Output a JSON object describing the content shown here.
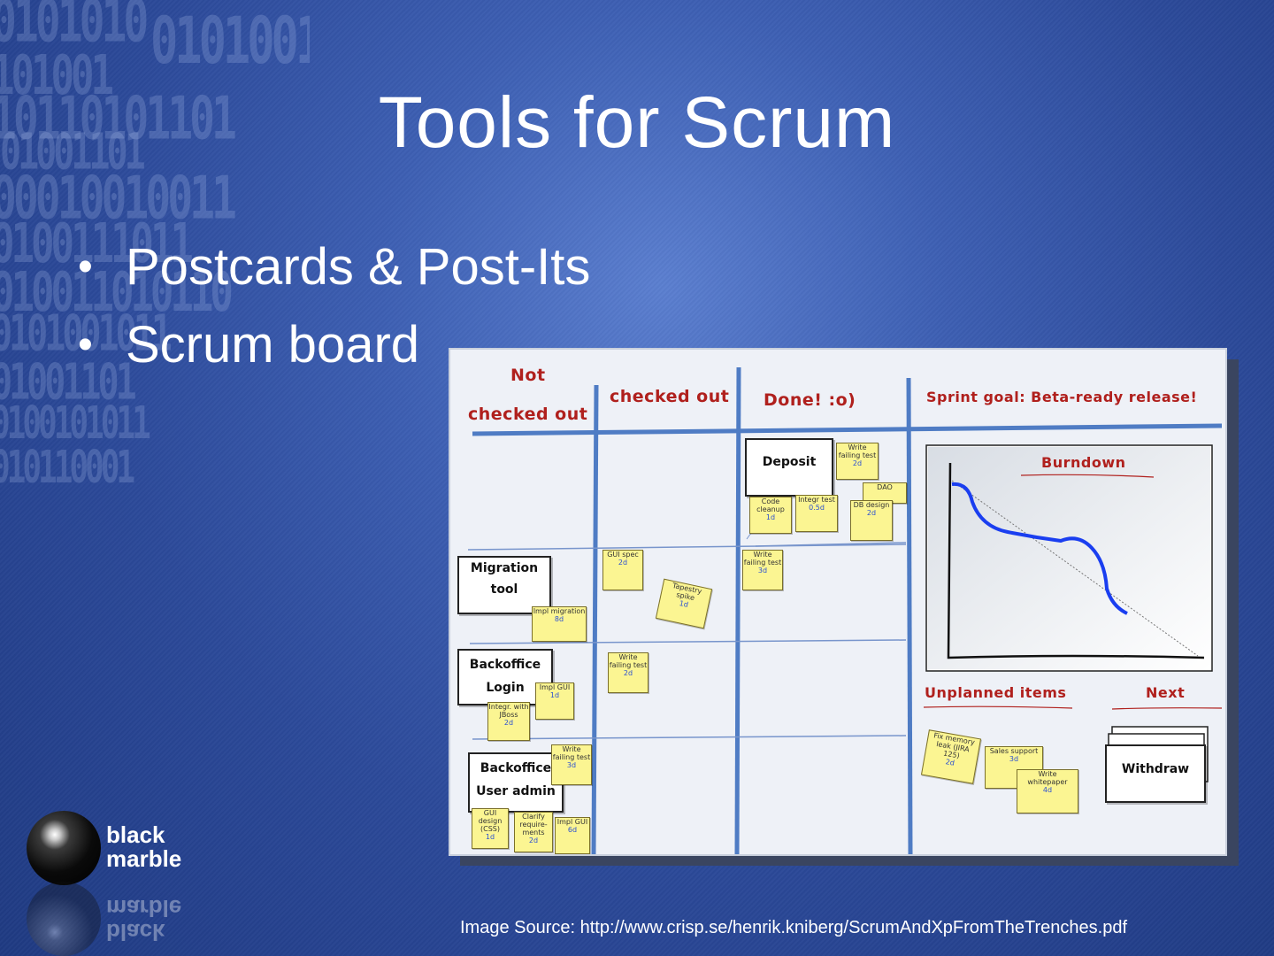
{
  "slide": {
    "title": "Tools for Scrum",
    "bullets": [
      "Postcards & Post-Its",
      "Scrum board"
    ],
    "image_source": "Image Source: http://www.crisp.se/henrik.kniberg/ScrumAndXpFromTheTrenches.pdf"
  },
  "logo": {
    "line1": "black",
    "line2": "marble"
  },
  "background_binary": [
    "0101010",
    "0101001",
    "101001",
    "10110101101",
    "01001101",
    "00010010011",
    "0100111011",
    "010011010110",
    "0101001011",
    "01001101",
    "0100101011",
    "010110001"
  ],
  "board": {
    "columns": {
      "not_checked_out_line1": "Not",
      "not_checked_out_line2": "checked out",
      "checked_out": "checked out",
      "done": "Done! :o)",
      "sprint_goal": "Sprint goal: Beta-ready release!"
    },
    "burndown_title": "Burndown",
    "unplanned_title": "Unplanned items",
    "next_title": "Next",
    "cards": {
      "deposit": "Deposit",
      "migration_line1": "Migration",
      "migration_line2": "tool",
      "backoffice_login_line1": "Backoffice",
      "backoffice_login_line2": "Login",
      "backoffice_user_line1": "Backoffice",
      "backoffice_user_line2": "User admin",
      "withdraw": "Withdraw"
    },
    "notes": {
      "write_failing_test_a": "Write failing test",
      "write_failing_test_a_est": "2d",
      "dao": "DAO",
      "code_cleanup": "Code cleanup",
      "code_cleanup_est": "1d",
      "integr_test": "Integr test",
      "integr_test_est": "0.5d",
      "db_design": "DB design",
      "db_design_est": "2d",
      "gui_spec": "GUI spec",
      "gui_spec_est": "2d",
      "tapestry_spike": "Tapestry spike",
      "tapestry_spike_est": "1d",
      "write_failing_test_b": "Write failing test",
      "write_failing_test_b_est": "3d",
      "impl_migration": "Impl migration",
      "impl_migration_est": "8d",
      "write_failing_test_c": "Write failing test",
      "write_failing_test_c_est": "2d",
      "impl_gui_a": "Impl GUI",
      "impl_gui_a_est": "1d",
      "integr_jboss": "Integr. with JBoss",
      "integr_jboss_est": "2d",
      "write_failing_test_d": "Write failing test",
      "write_failing_test_d_est": "3d",
      "gui_design": "GUI design (CSS)",
      "gui_design_est": "1d",
      "clarify_req": "Clarify require-ments",
      "clarify_req_est": "2d",
      "impl_gui_b": "Impl GUI",
      "impl_gui_b_est": "6d",
      "fix_memory_leak": "Fix memory leak (JIRA 125)",
      "fix_memory_leak_est": "2d",
      "sales_support": "Sales support",
      "sales_support_est": "3d",
      "write_whitepaper": "Write whitepaper",
      "write_whitepaper_est": "4d"
    }
  }
}
